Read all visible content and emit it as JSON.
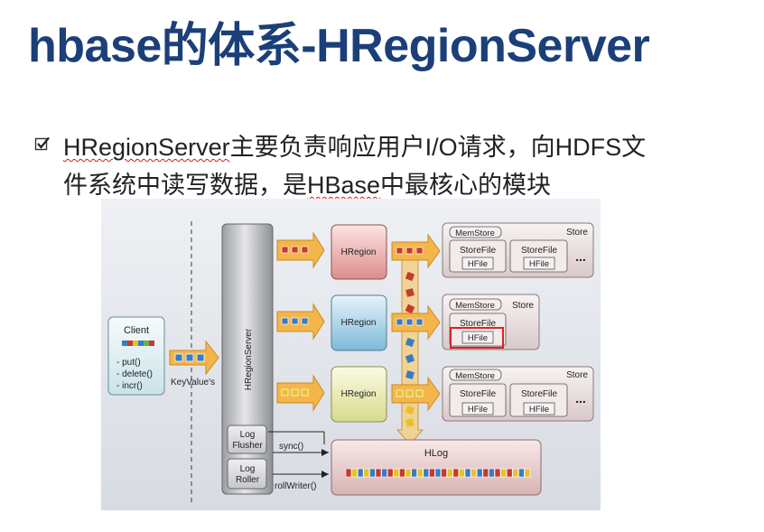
{
  "slide": {
    "title": "hbase的体系-HRegionServer",
    "bullet": {
      "line1_term": "HRegionServer",
      "line1_rest": "主要负责响应用户I/O请求，向HDFS文",
      "line2_pre": "件系统中读写数据，是",
      "line2_term": "HBase",
      "line2_post": "中最核心的模块"
    }
  },
  "diagram": {
    "client": {
      "title": "Client",
      "methods": [
        "- put()",
        "- delete()",
        "- incr()"
      ]
    },
    "keyvalue_label": "KeyValue's",
    "regionserver_label": "HRegionServer",
    "log_flusher": "Log Flusher",
    "log_roller": "Log Roller",
    "sync_label": "sync()",
    "rollwriter_label": "rollWriter()",
    "regions": [
      {
        "label": "HRegion"
      },
      {
        "label": "HRegion"
      },
      {
        "label": "HRegion"
      }
    ],
    "stores": [
      {
        "memstore": "MemStore",
        "store": "Store",
        "storefiles": [
          "StoreFile",
          "StoreFile"
        ],
        "hfile": "HFile",
        "more": "..."
      },
      {
        "memstore": "MemStore",
        "store": "Store",
        "storefiles": [
          "StoreFile"
        ],
        "hfile": "HFile",
        "more": ""
      },
      {
        "memstore": "MemStore",
        "store": "Store",
        "storefiles": [
          "StoreFile",
          "StoreFile"
        ],
        "hfile": "HFile",
        "more": "..."
      }
    ],
    "hlog_label": "HLog",
    "colors": {
      "highlight": "#e02020",
      "arrow": "#f4b64a",
      "cell_blue": "#3a7cc2",
      "cell_red": "#c63a2e",
      "cell_yellow": "#e8c12a"
    }
  }
}
